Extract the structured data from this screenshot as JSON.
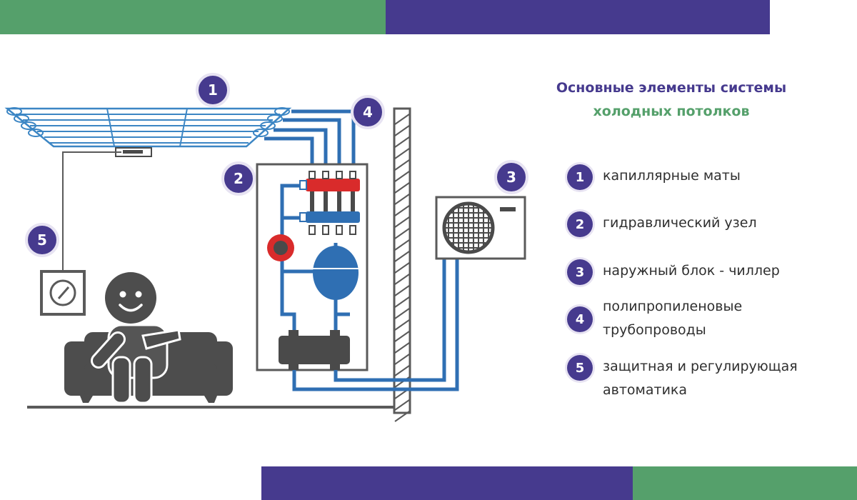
{
  "title": {
    "line1": "Основные элементы системы",
    "line2": "холодных потолков"
  },
  "colors": {
    "green": "#55a06b",
    "purple": "#463a8e",
    "pipe_blue": "#2f6fb3",
    "hot_red": "#d92b2b",
    "equipment_gray": "#4a4a4a",
    "ceiling_blue": "#3c86c4"
  },
  "diagram_badges": [
    "1",
    "2",
    "3",
    "4",
    "5"
  ],
  "legend": [
    {
      "number": "1",
      "lines": [
        "капиллярные маты"
      ]
    },
    {
      "number": "2",
      "lines": [
        "гидравлический узел"
      ]
    },
    {
      "number": "3",
      "lines": [
        "наружный блок - чиллер"
      ]
    },
    {
      "number": "4",
      "lines": [
        "полипропиленовые",
        "трубопроводы"
      ]
    },
    {
      "number": "5",
      "lines": [
        "защитная и регулирующая",
        "автоматика"
      ]
    }
  ],
  "icons": [
    "capillary-mat-icon",
    "hydraulic-unit-icon",
    "chiller-icon",
    "thermostat-icon",
    "person-on-sofa-icon",
    "wall-icon"
  ]
}
